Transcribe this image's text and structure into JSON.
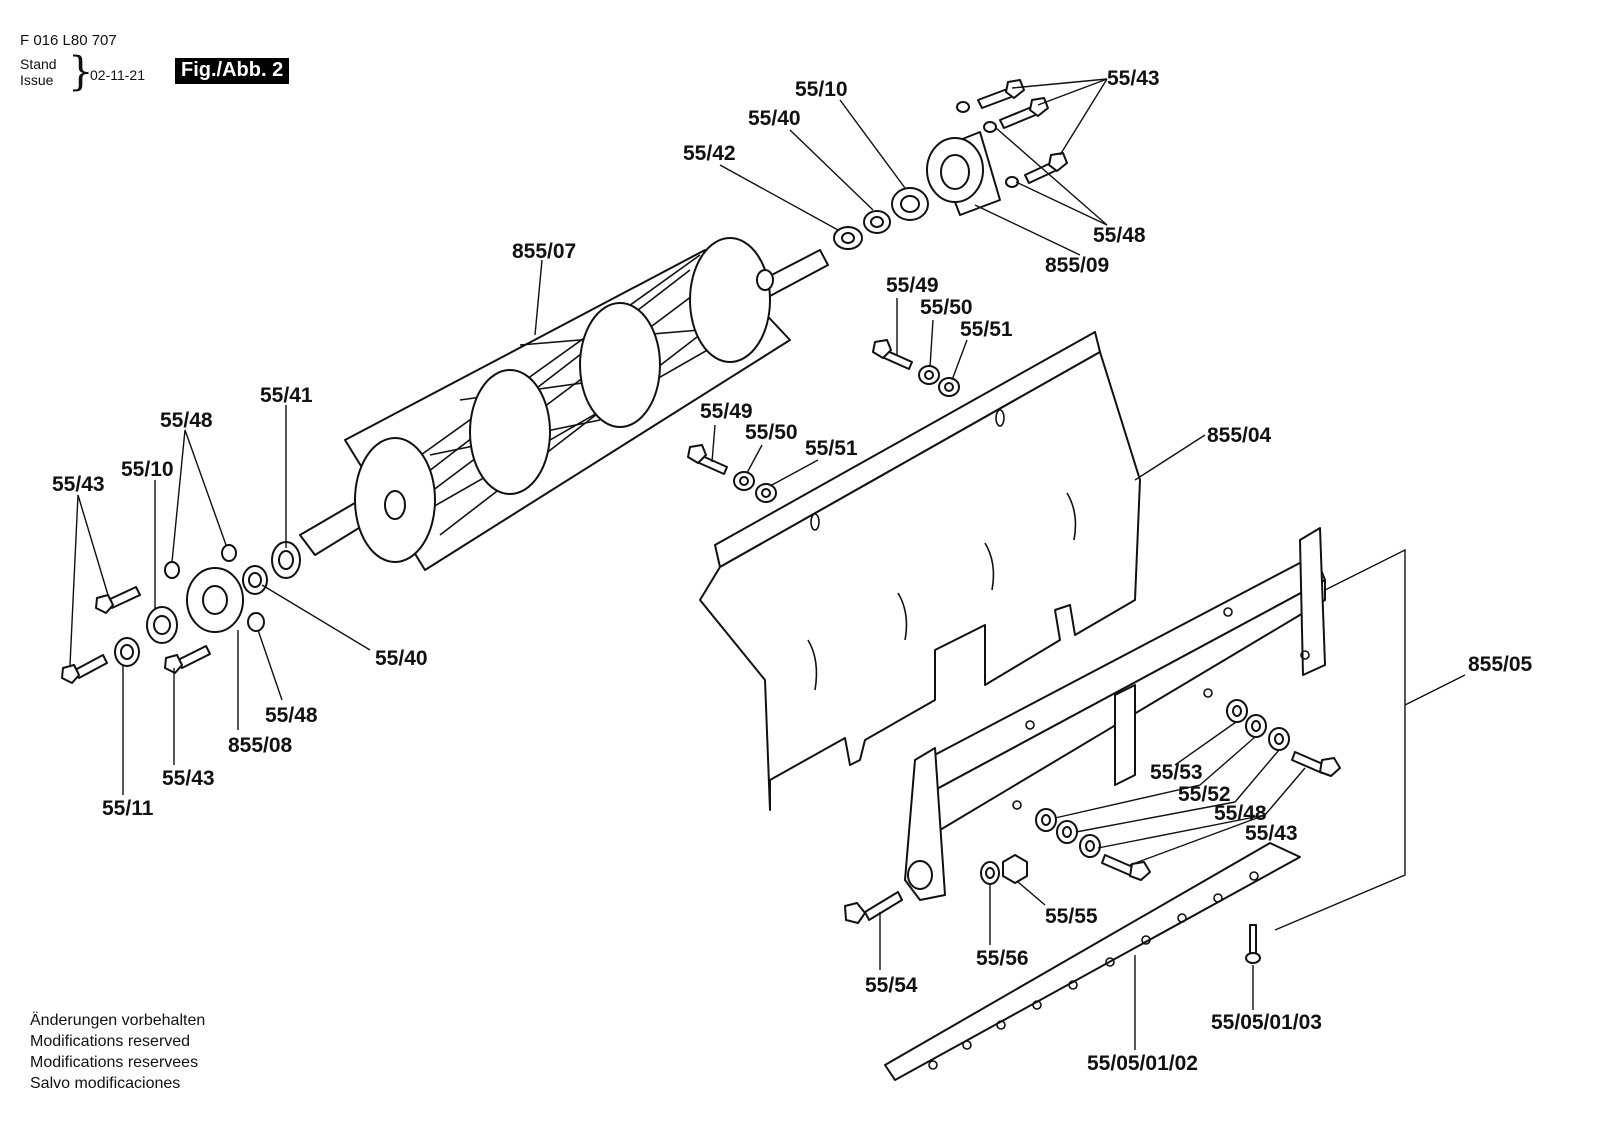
{
  "header": {
    "doc_number": "F 016 L80 707",
    "stand_label": "Stand",
    "issue_label": "Issue",
    "date": "02-11-21",
    "figure": "Fig./Abb. 2"
  },
  "modifications": [
    "Änderungen vorbehalten",
    "Modifications reserved",
    "Modifications reservees",
    "Salvo modificaciones"
  ],
  "callouts": {
    "c1": "55/43",
    "c2": "55/10",
    "c3": "55/40",
    "c4": "55/42",
    "c5": "55/48",
    "c6": "855/09",
    "c7": "855/07",
    "c8": "55/49",
    "c9": "55/50",
    "c10": "55/51",
    "c11": "55/41",
    "c12": "55/48",
    "c13": "55/49",
    "c14": "55/50",
    "c15": "55/51",
    "c16": "855/04",
    "c17": "55/10",
    "c18": "55/43",
    "c19": "855/05",
    "c20": "55/40",
    "c21": "55/48",
    "c22": "855/08",
    "c23": "55/43",
    "c24": "55/11",
    "c25": "55/53",
    "c26": "55/52",
    "c27": "55/48",
    "c28": "55/43",
    "c29": "55/55",
    "c30": "55/56",
    "c31": "55/54",
    "c32": "55/05/01/03",
    "c33": "55/05/01/02"
  }
}
